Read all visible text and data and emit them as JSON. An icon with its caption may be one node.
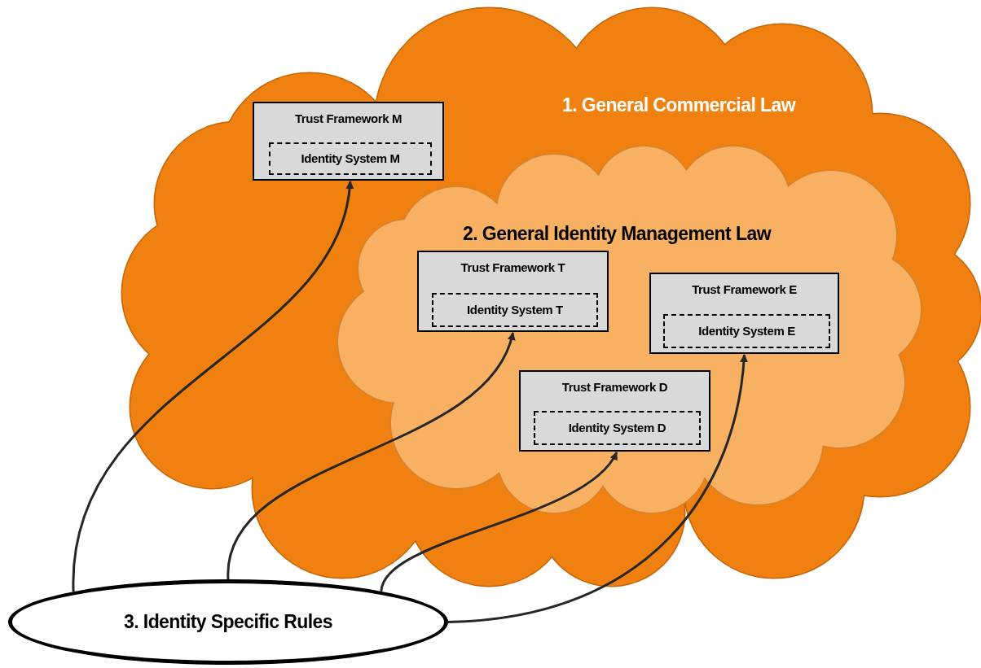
{
  "diagram": {
    "nodes": [
      {
        "text": [
          "1. General Commercial Law"
        ]
      },
      {
        "text": [
          "2. General Identity Management Law"
        ],
        "in": 0
      },
      {
        "text": [
          "Trust Framework M"
        ],
        "in": 0
      },
      {
        "text": [
          "Identity System M"
        ],
        "in": 2
      },
      {
        "text": [
          "Trust Framework T"
        ],
        "in": 1
      },
      {
        "text": [
          "Identity System T"
        ],
        "in": 4
      },
      {
        "text": [
          "Trust Framework E"
        ],
        "in": 1
      },
      {
        "text": [
          "Identity System E"
        ],
        "in": 6
      },
      {
        "text": [
          "Trust Framework D"
        ],
        "in": 1
      },
      {
        "text": [
          "Identity System D"
        ],
        "in": 8
      },
      {
        "text": [
          "3. Identity Specific Rules"
        ]
      }
    ],
    "edges": [
      {
        "from": 10,
        "to": 2,
        "arrow": "to"
      },
      {
        "from": 10,
        "to": 4,
        "arrow": "to"
      },
      {
        "from": 10,
        "to": 8,
        "arrow": "to"
      },
      {
        "from": 10,
        "to": 6,
        "arrow": "to"
      }
    ]
  }
}
